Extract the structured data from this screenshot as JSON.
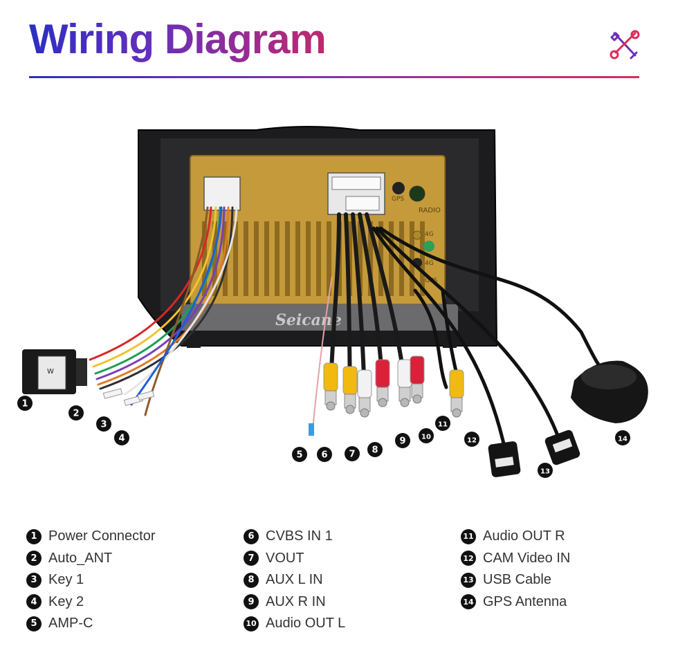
{
  "header": {
    "title": "Wiring Diagram",
    "icon": "tools-icon",
    "title_gradient": [
      "#2c2fc4",
      "#6b2fb8",
      "#c0296e"
    ],
    "rule_color_end": "#e02a5a"
  },
  "device": {
    "brand": "Seicane",
    "port_labels": [
      "GPS",
      "RADIO",
      "4G",
      "4G",
      "GPS"
    ],
    "connector_tag": "W"
  },
  "callouts": [
    "1",
    "2",
    "3",
    "4",
    "5",
    "6",
    "7",
    "8",
    "9",
    "10",
    "11",
    "12",
    "13",
    "14"
  ],
  "legend": {
    "col1": [
      {
        "num": "1",
        "label": "Power Connector"
      },
      {
        "num": "2",
        "label": "Auto_ANT"
      },
      {
        "num": "3",
        "label": "Key 1"
      },
      {
        "num": "4",
        "label": "Key 2"
      },
      {
        "num": "5",
        "label": "AMP-C"
      }
    ],
    "col2": [
      {
        "num": "6",
        "label": "CVBS IN 1"
      },
      {
        "num": "7",
        "label": "VOUT"
      },
      {
        "num": "8",
        "label": "AUX L IN"
      },
      {
        "num": "9",
        "label": "AUX R IN"
      },
      {
        "num": "10",
        "label": "Audio OUT L"
      }
    ],
    "col3": [
      {
        "num": "11",
        "label": "Audio OUT R"
      },
      {
        "num": "12",
        "label": "CAM Video IN"
      },
      {
        "num": "13",
        "label": "USB Cable"
      },
      {
        "num": "14",
        "label": "GPS Antenna"
      }
    ]
  }
}
